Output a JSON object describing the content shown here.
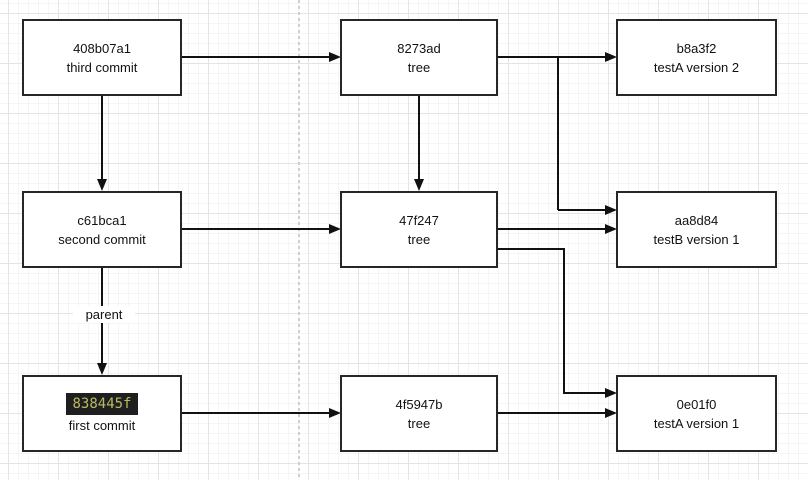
{
  "diagram": {
    "type": "git-object-graph",
    "colors": {
      "background": "#ffffff",
      "grid_minor": "#f5f5f5",
      "grid_major": "#e4e4e4",
      "page_divider": "#cfcfcf",
      "node_border": "#262626",
      "node_fill": "#ffffff",
      "edge_line": "#111111",
      "text": "#111111",
      "highlight_bg": "#1f1f1f",
      "highlight_text": "#b9bb63"
    }
  },
  "nodes": [
    {
      "id": "commit-third",
      "hash": "408b07a1",
      "label": "third commit"
    },
    {
      "id": "tree-8273ad",
      "hash": "8273ad",
      "label": "tree"
    },
    {
      "id": "blob-b8a3f2",
      "hash": "b8a3f2",
      "label": "testA version 2"
    },
    {
      "id": "commit-second",
      "hash": "c61bca1",
      "label": "second commit"
    },
    {
      "id": "tree-47f247",
      "hash": "47f247",
      "label": "tree"
    },
    {
      "id": "blob-aa8d84",
      "hash": "aa8d84",
      "label": "testB version 1"
    },
    {
      "id": "commit-first",
      "hash": "838445f",
      "label": "first commit",
      "highlighted": true
    },
    {
      "id": "tree-4f5947b",
      "hash": "4f5947b",
      "label": "tree"
    },
    {
      "id": "blob-0e01f0",
      "hash": "0e01f0",
      "label": "testA version 1"
    }
  ],
  "edges": [
    {
      "from": "commit-third",
      "to": "tree-8273ad"
    },
    {
      "from": "commit-third",
      "to": "commit-second"
    },
    {
      "from": "tree-8273ad",
      "to": "blob-b8a3f2"
    },
    {
      "from": "tree-8273ad",
      "to": "blob-aa8d84"
    },
    {
      "from": "tree-8273ad",
      "to": "tree-47f247"
    },
    {
      "from": "commit-second",
      "to": "tree-47f247"
    },
    {
      "from": "commit-second",
      "to": "commit-first",
      "label": "parent"
    },
    {
      "from": "tree-47f247",
      "to": "blob-aa8d84"
    },
    {
      "from": "tree-47f247",
      "to": "blob-0e01f0"
    },
    {
      "from": "commit-first",
      "to": "tree-4f5947b"
    },
    {
      "from": "tree-4f5947b",
      "to": "blob-0e01f0"
    }
  ]
}
